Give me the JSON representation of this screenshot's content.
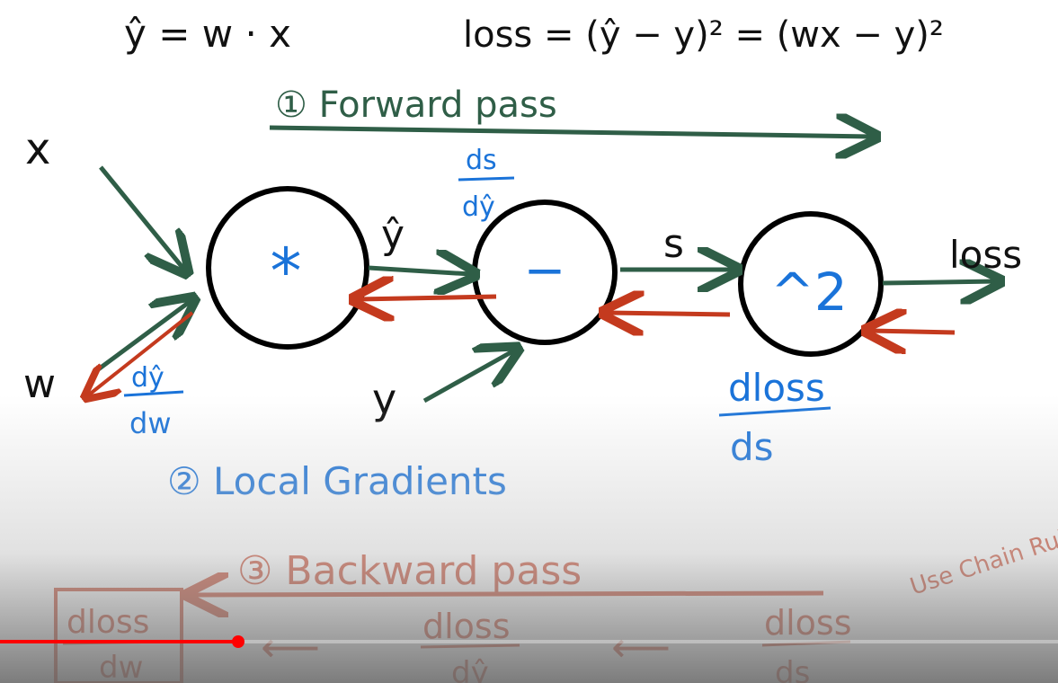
{
  "equations": {
    "yhat_def": "ŷ = w · x",
    "loss_def": "loss = (ŷ − y)² = (wx − y)²"
  },
  "steps": {
    "forward": "① Forward pass",
    "local": "② Local Gradients",
    "backward": "③ Backward pass"
  },
  "inputs": {
    "x": "x",
    "w": "w",
    "y": "y"
  },
  "nodes": {
    "multiply": "*",
    "subtract": "−",
    "square": "^2"
  },
  "edges": {
    "yhat": "ŷ",
    "s": "s",
    "loss": "loss"
  },
  "local_gradients": {
    "dyhat_dw_num": "dŷ",
    "dyhat_dw_den": "dw",
    "ds_dyhat_num": "ds",
    "ds_dyhat_den": "dŷ",
    "dloss_ds_num": "dloss",
    "dloss_ds_den": "ds"
  },
  "chain": {
    "dloss_dw_num": "dloss",
    "dloss_dw_den": "dw",
    "dloss_dyhat_num": "dloss",
    "dloss_dyhat_den": "dŷ",
    "dloss_ds_num": "dloss",
    "dloss_ds_den": "ds"
  },
  "note": "Use Chain Rule!",
  "video_progress_percent": 22.5,
  "colors": {
    "green": "#2f5e47",
    "blue": "#1a73d9",
    "red": "#c43a1e",
    "black": "#111111"
  }
}
